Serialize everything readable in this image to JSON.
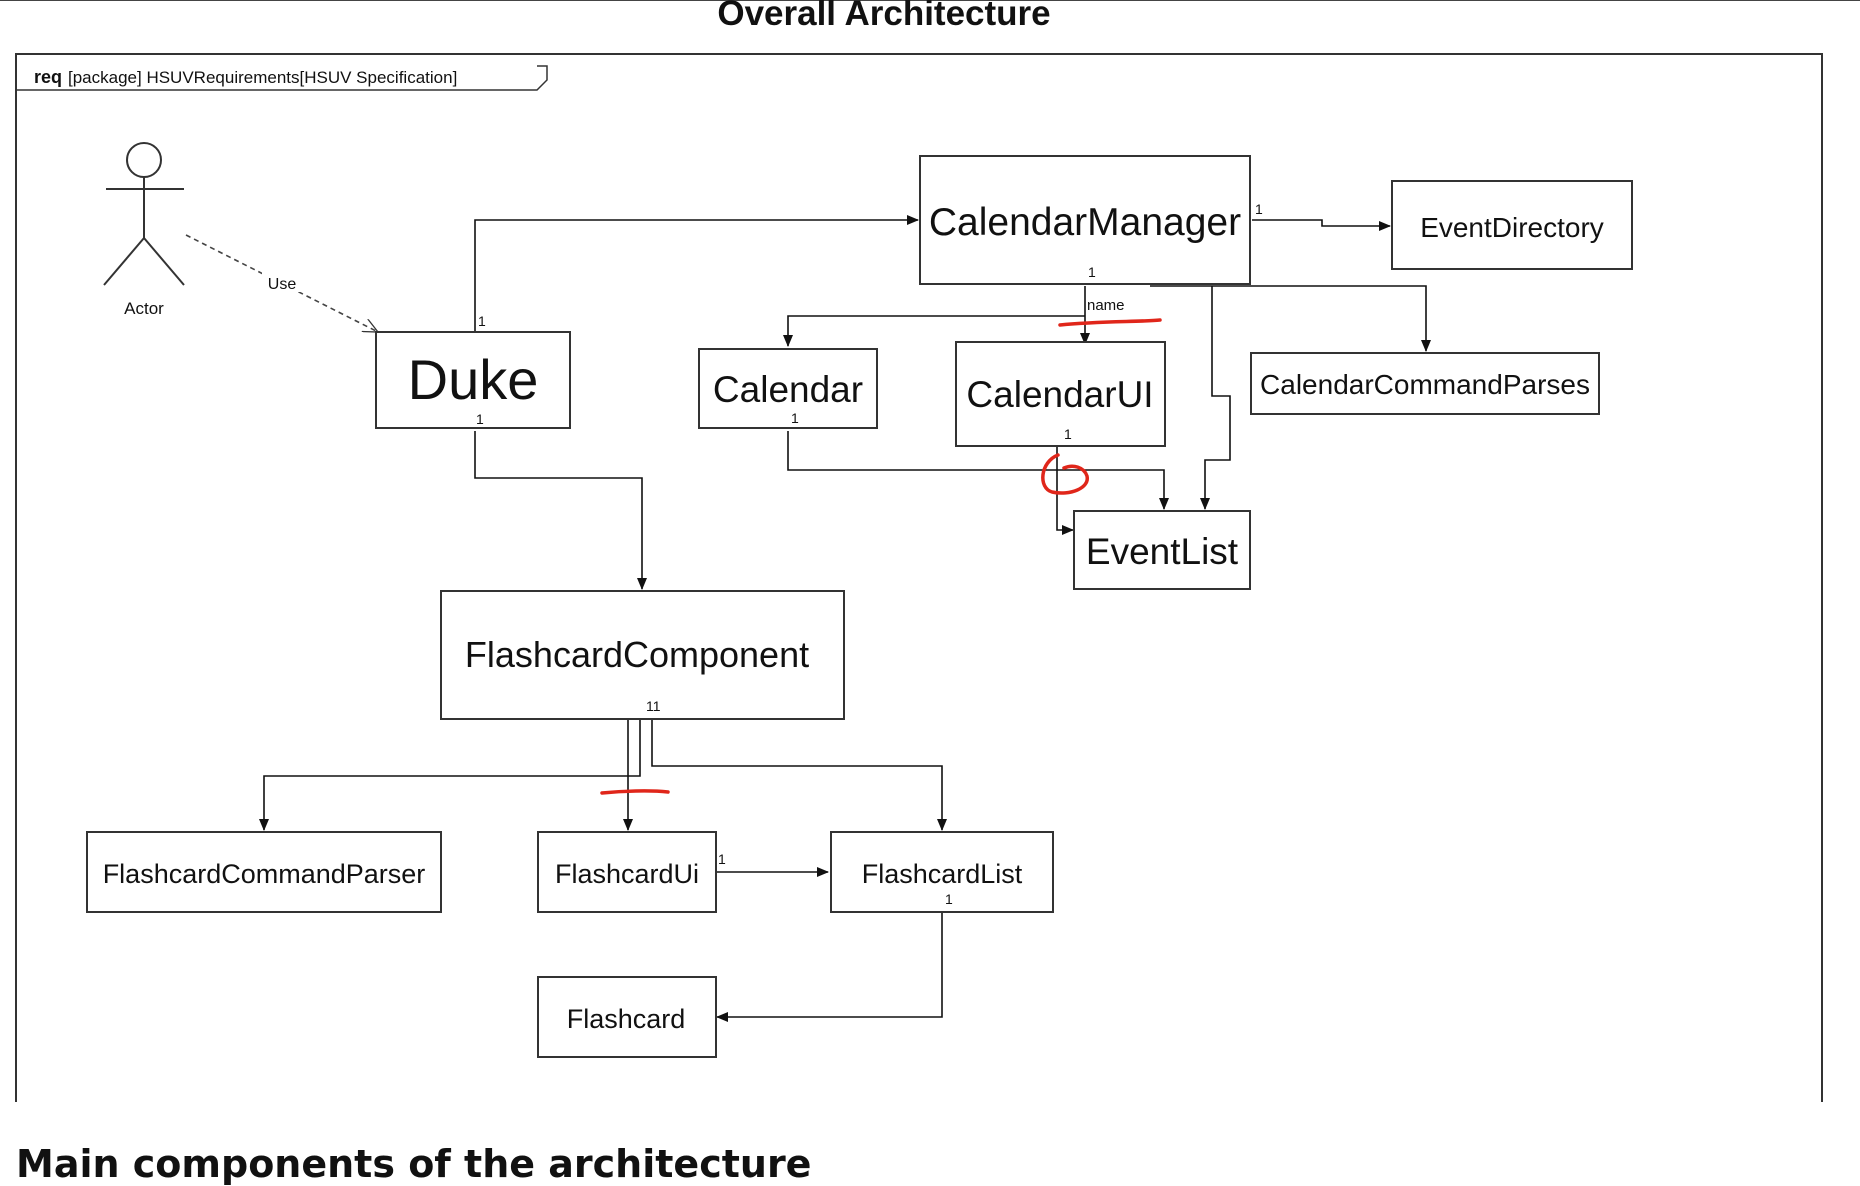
{
  "page_title": "Overall Architecture",
  "bottom_heading": "Main components of the architecture",
  "frame": {
    "keyword": "req",
    "label": "[package] HSUVRequirements[HSUV Specification]"
  },
  "actor": {
    "label": "Actor",
    "relation_label": "Use"
  },
  "classes": {
    "duke": "Duke",
    "calendar_manager": "CalendarManager",
    "event_directory": "EventDirectory",
    "calendar": "Calendar",
    "calendar_ui": "CalendarUI",
    "calendar_command_parses": "CalendarCommandParses",
    "event_list": "EventList",
    "flashcard_component": "FlashcardComponent",
    "flashcard_command_parser": "FlashcardCommandParser",
    "flashcard_ui": "FlashcardUi",
    "flashcard_list": "FlashcardList",
    "flashcard": "Flashcard"
  },
  "multiplicities": {
    "duke_top": "1",
    "duke_bottom": "1",
    "calendar_manager_right": "1",
    "calendar_manager_bottom": "1",
    "calendar_bottom": "1",
    "calendar_ui_bottom": "1",
    "flashcard_component_bottom": "11",
    "flashcard_ui_right": "1",
    "flashcard_list_bottom": "1"
  },
  "edge_labels": {
    "name": "name"
  },
  "annotation_color": "#e0261a"
}
